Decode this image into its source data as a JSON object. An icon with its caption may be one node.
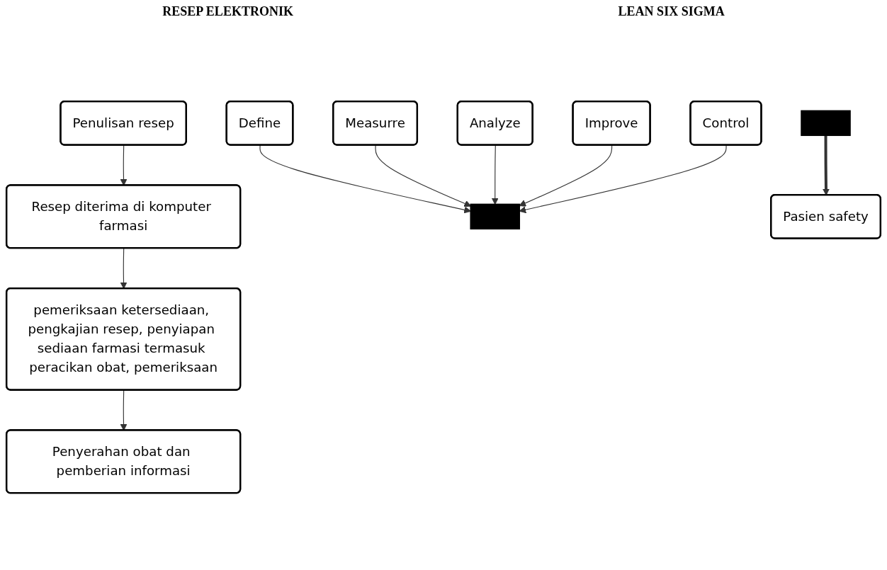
{
  "diagram": {
    "nodes": [
      {
        "text": [
          "Penulisan resep"
        ]
      },
      {
        "text": [
          "Resep diterima di komputer farmasi"
        ]
      },
      {
        "text": [
          "pemeriksaan ketersediaan, pengkajian resep, penyiapan sediaan farmasi termasuk peracikan obat, pemeriksaan"
        ]
      },
      {
        "text": [
          "Penyerahan obat dan pemberian informasi"
        ]
      },
      {
        "text": [],
        "shape": "bar"
      },
      {
        "text": [
          "Define"
        ]
      },
      {
        "text": [
          "Measurre"
        ]
      },
      {
        "text": [
          "Analyze"
        ]
      },
      {
        "text": [
          "Improve"
        ]
      },
      {
        "text": [
          "Control"
        ]
      },
      {
        "text": [],
        "shape": "bar"
      },
      {
        "text": [
          "Pasien safety"
        ]
      }
    ],
    "edges": [
      {
        "from": 0,
        "to": 1,
        "arrow": "to"
      },
      {
        "from": 1,
        "to": 2,
        "arrow": "to"
      },
      {
        "from": 2,
        "to": 3,
        "arrow": "to"
      },
      {
        "from": 5,
        "to": 4,
        "arrow": "to"
      },
      {
        "from": 6,
        "to": 4,
        "arrow": "to"
      },
      {
        "from": 7,
        "to": 4,
        "arrow": "to"
      },
      {
        "from": 8,
        "to": 4,
        "arrow": "to"
      },
      {
        "from": 9,
        "to": 4,
        "arrow": "to"
      },
      {
        "from": 10,
        "to": 11,
        "arrow": "to",
        "style": "thick"
      }
    ],
    "labels": [
      "RESEP ELEKTRONIK",
      "LEAN SIX SIGMA"
    ]
  }
}
